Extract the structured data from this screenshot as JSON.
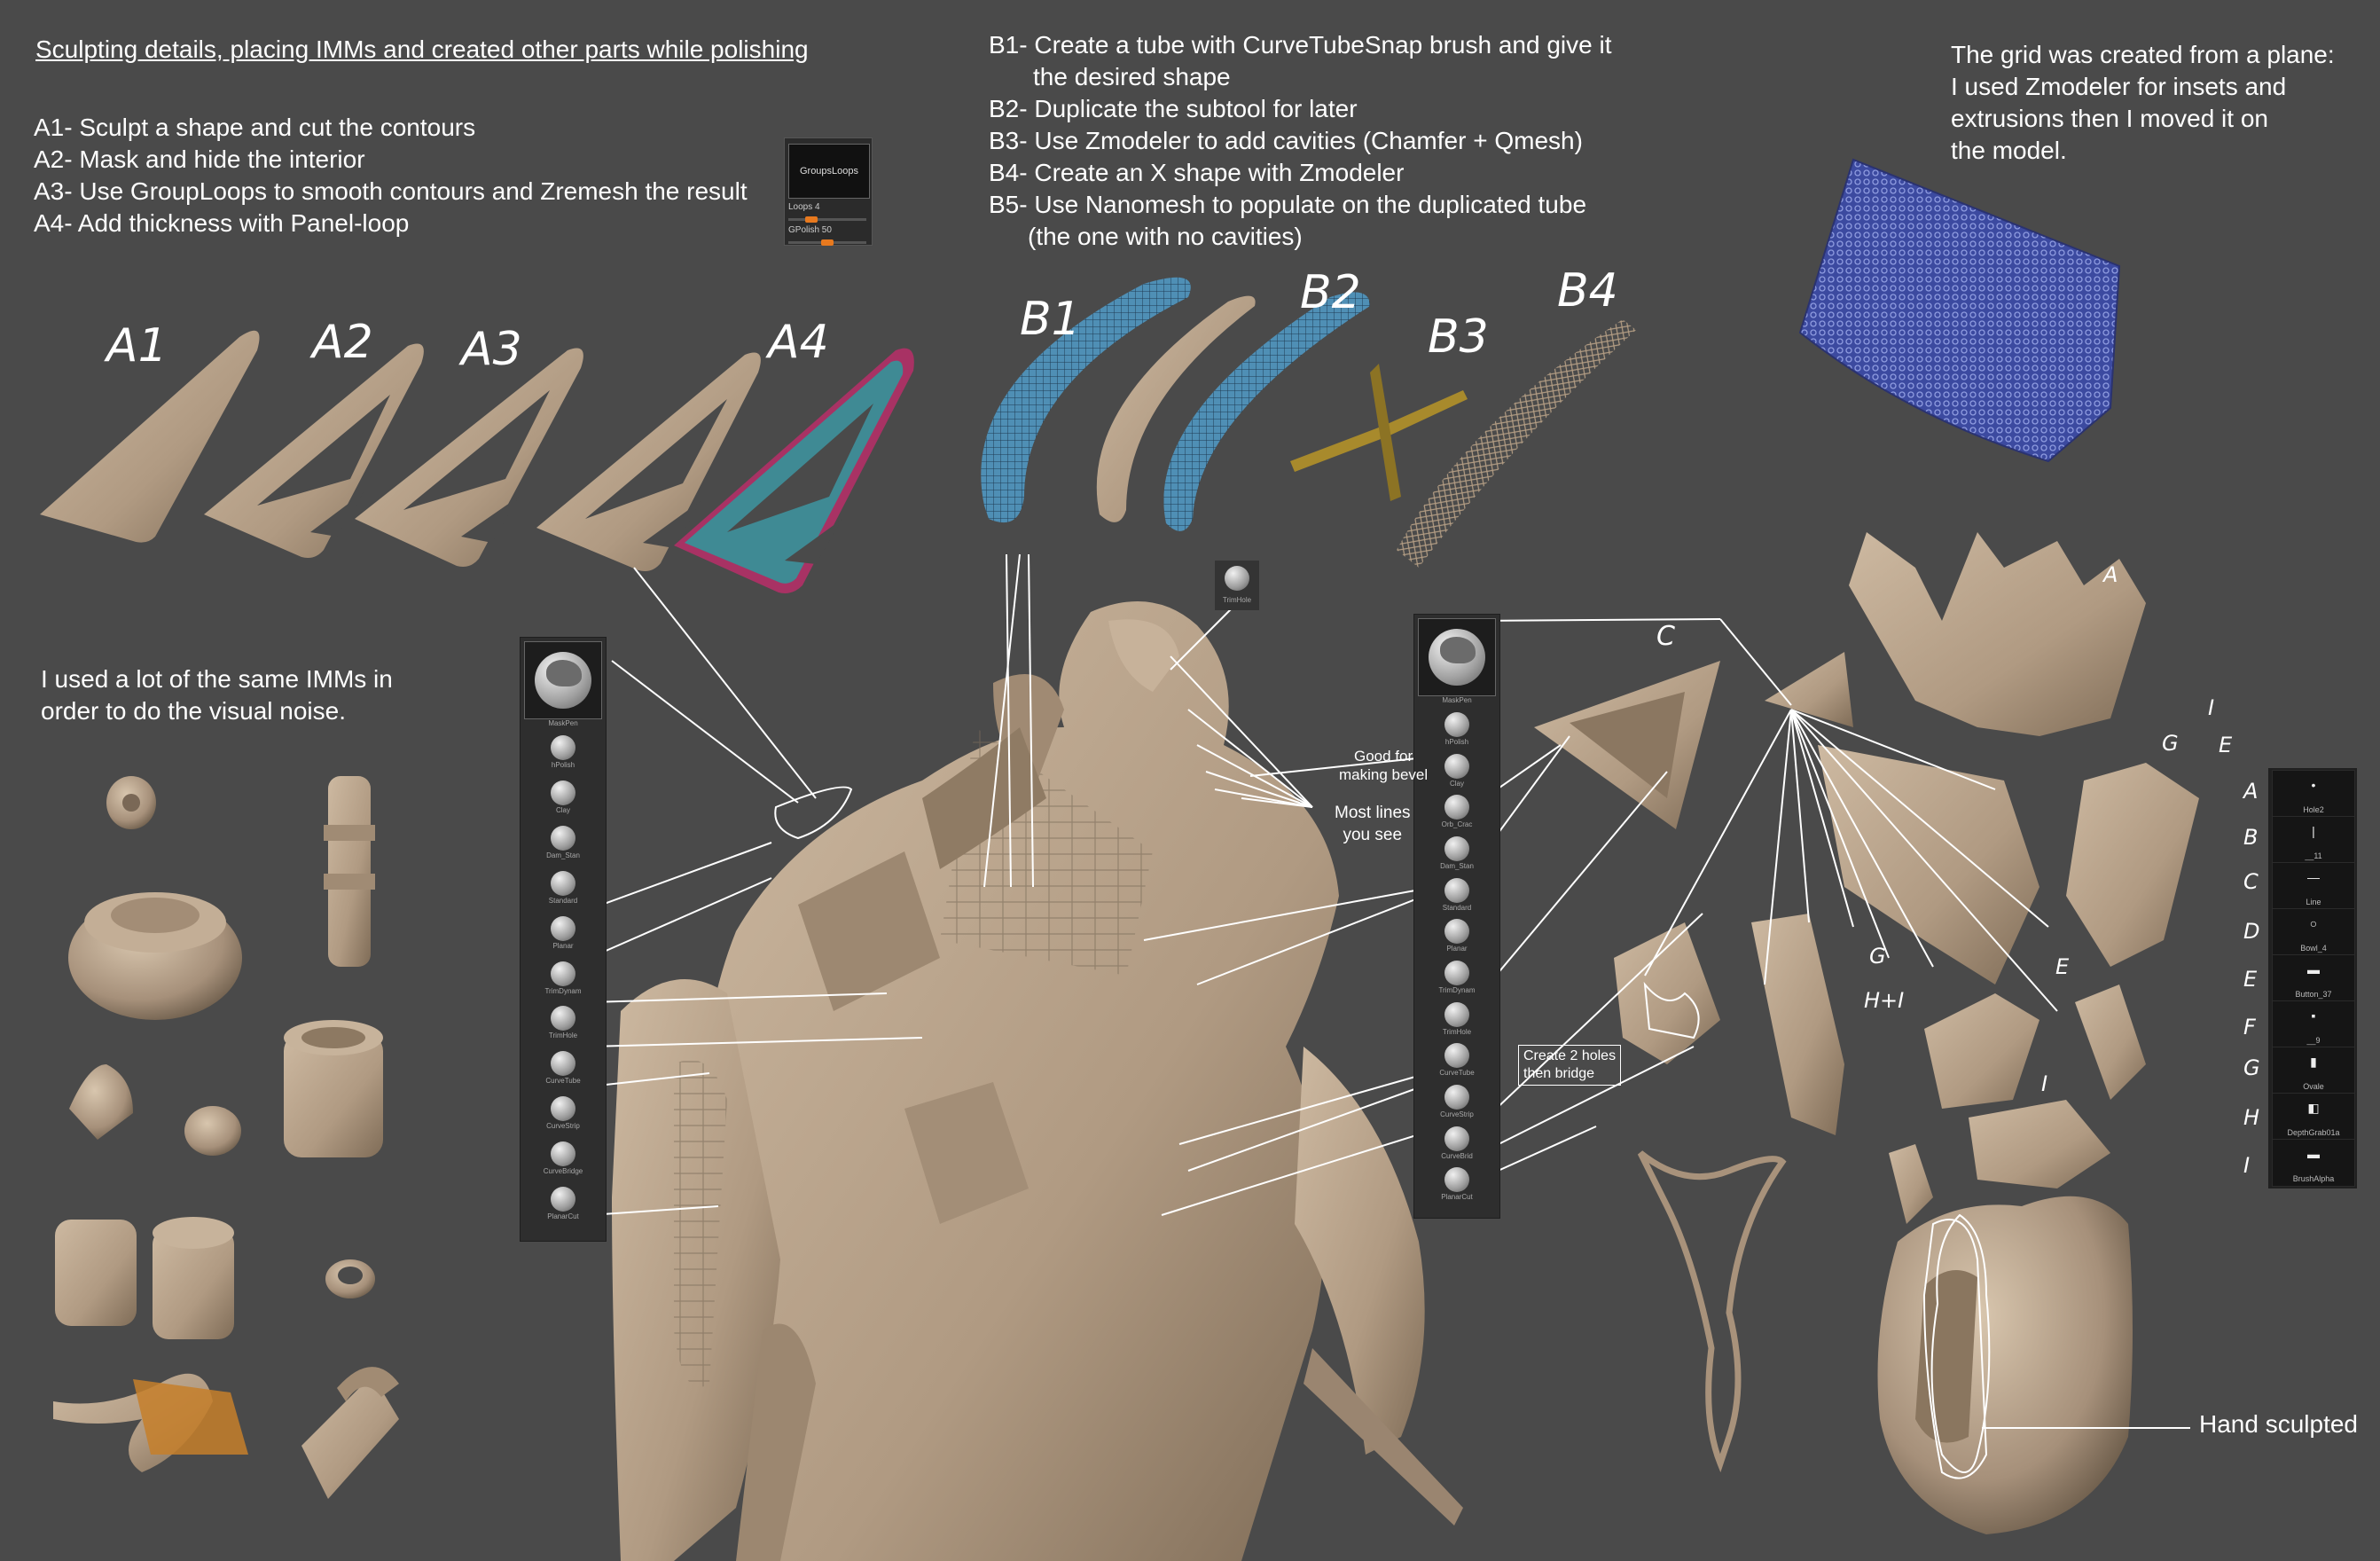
{
  "title": "Sculpting details, placing IMMs and created other parts while polishing",
  "steps_a": [
    "A1- Sculpt a shape and cut the contours",
    "A2- Mask and hide the interior",
    "A3- Use GroupLoops to smooth contours and Zremesh the result",
    "A4- Add thickness with Panel-loop"
  ],
  "steps_b": [
    "B1- Create a tube with CurveTubeSnap brush and give it",
    "the desired shape",
    "B2- Duplicate the subtool for later",
    "B3- Use Zmodeler to add cavities (Chamfer + Qmesh)",
    "B4- Create an X shape with Zmodeler",
    "B5- Use Nanomesh to populate on the duplicated tube",
    "(the one with no cavities)"
  ],
  "grid_note": [
    "The grid was created from a plane:",
    "I used Zmodeler for insets and",
    "extrusions then I moved it on",
    "the model."
  ],
  "imm_note": [
    "I used a lot of the same IMMs in",
    "order to do the visual noise."
  ],
  "grouploops": {
    "button": "GroupsLoops",
    "loops_label": "Loops 4",
    "gpolish_label": "GPolish 50",
    "loops_fraction": 0.25,
    "gpolish_fraction": 0.5
  },
  "stage_labels": [
    "A1",
    "A2",
    "A3",
    "A4",
    "B1",
    "B2",
    "B3",
    "B4"
  ],
  "callouts": {
    "good_for_bevel": [
      "Good for",
      "making bevel"
    ],
    "most_lines": [
      "Most lines",
      "you see"
    ],
    "create_holes": [
      "Create 2 holes",
      "then bridge"
    ],
    "hand_sculpted": "Hand sculpted"
  },
  "part_letters": [
    "C",
    "A",
    "I",
    "G",
    "E",
    "G",
    "E",
    "H+I",
    "I"
  ],
  "side_letters": [
    "A",
    "B",
    "C",
    "D",
    "E",
    "F",
    "G",
    "H",
    "I"
  ],
  "alpha_panel": [
    {
      "sym": "•",
      "label": "Hole2"
    },
    {
      "sym": "|",
      "label": "__11"
    },
    {
      "sym": "—",
      "label": "Line"
    },
    {
      "sym": "○",
      "label": "Bowl_4"
    },
    {
      "sym": "▬",
      "label": "Button_37"
    },
    {
      "sym": "▪",
      "label": "__9"
    },
    {
      "sym": "▮",
      "label": "Ovale"
    },
    {
      "sym": "◧",
      "label": "DepthGrab01a"
    },
    {
      "sym": "▬",
      "label": "BrushAlpha"
    }
  ],
  "palette_left": {
    "head_label": "MaskPen",
    "brushes": [
      "hPolish",
      "Clay",
      "Dam_Stan",
      "Standard",
      "Planar",
      "TrimDynam",
      "TrimHole",
      "CurveTube",
      "CurveStrip",
      "CurveBridge",
      "PlanarCut"
    ]
  },
  "palette_mid": {
    "head_label": "MaskPen",
    "brushes": [
      "hPolish",
      "Clay",
      "Orb_Crac",
      "Dam_Stan",
      "Standard",
      "Planar",
      "TrimDynam",
      "TrimHole",
      "CurveTube",
      "CurveStrip",
      "CurveBrid",
      "PlanarCut"
    ]
  },
  "trimhole_label": "TrimHole",
  "colors": {
    "background": "#4a4a4a",
    "clay": "#b9a38b",
    "clay_dark": "#8c7760",
    "polygroup_blue": "#4f8fb5",
    "polygroup_magenta": "#a83264",
    "gold": "#a88a2c",
    "grid_blue": "#3f4fa8",
    "accent_orange": "#e8791e"
  }
}
